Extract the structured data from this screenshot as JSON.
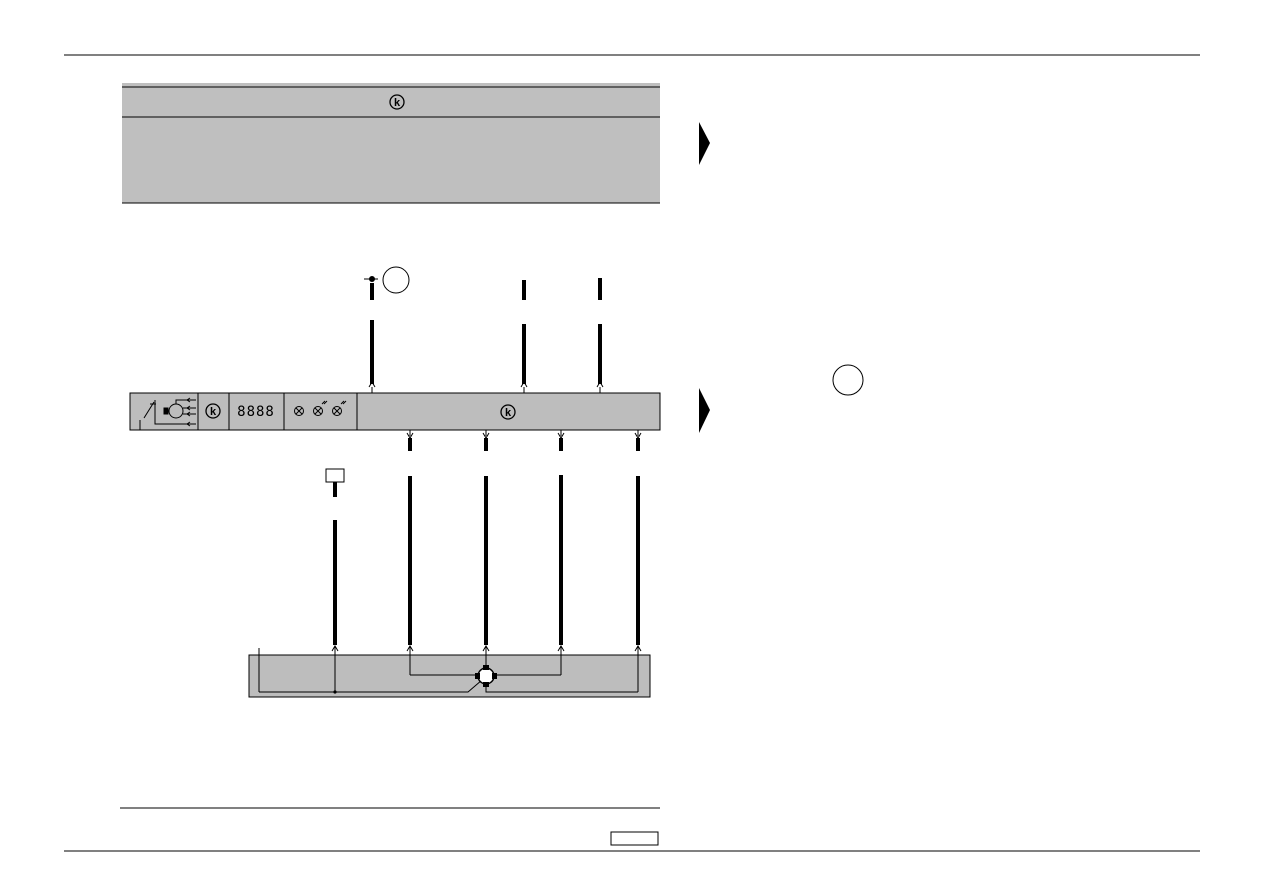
{
  "page": {
    "top_rule": true,
    "bottom_rule": true
  },
  "header_band": {
    "symbol": "k",
    "body_text": ""
  },
  "control_unit": {
    "k_symbol": "k",
    "panel_icons": [
      "sensor-motor-icon",
      "k-diagnosis-icon",
      "digital-display-icon",
      "warning-lamps-icon"
    ],
    "display_digits": "8888",
    "lamp_glyphs": "⊗ ⊗⊗"
  },
  "callouts": {
    "top_circle_label": "",
    "right_circle_label": "",
    "top_connector_label": "",
    "page_box_label": ""
  },
  "right_column": {
    "arrow_count": 2,
    "text_blocks": []
  },
  "colors": {
    "panel_gray": "#bdbdbd",
    "line_black": "#000000",
    "band_gray": "#bfbfbf"
  }
}
